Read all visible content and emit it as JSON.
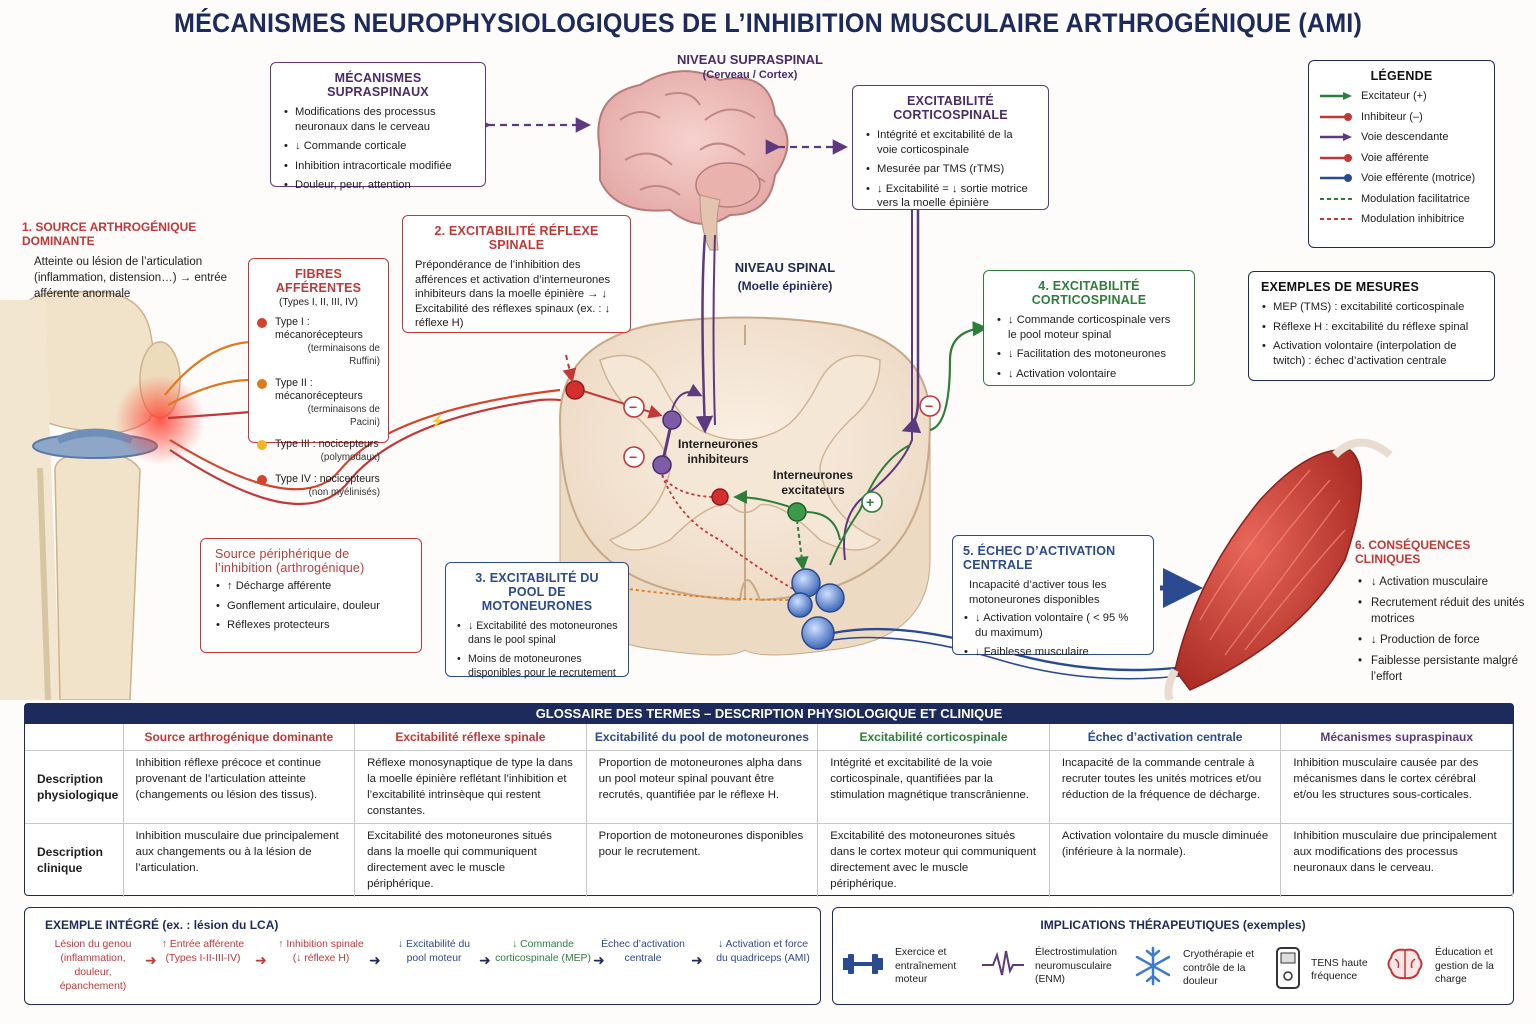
{
  "title": "MÉCANISMES NEUROPHYSIOLOGIQUES DE L’INHIBITION MUSCULAIRE ARTHROGÉNIQUE (AMI)",
  "colors": {
    "navy": "#1d2b5c",
    "red": "#c23838",
    "purple": "#5d3a7e",
    "green": "#2e7d3a",
    "blue": "#2b4a8f",
    "orange": "#e07a1f"
  },
  "supraspinal_level": {
    "title": "NIVEAU SUPRASPINAL",
    "subtitle": "(Cerveau / Cortex)"
  },
  "spinal_level": {
    "title": "NIVEAU SPINAL",
    "subtitle": "(Moelle épinière)"
  },
  "supraspinal": {
    "title": "MÉCANISMES SUPRASPINAUX",
    "items": [
      "Modifications des processus neuronaux dans le cerveau",
      "↓ Commande corticale",
      "Inhibition intracorticale modifiée",
      "Douleur, peur, attention"
    ]
  },
  "cortico_top": {
    "title": "EXCITABILITÉ CORTICOSPINALE",
    "items": [
      "Intégrité et excitabilité de la voie corticospinale",
      "Mesurée par TMS (rTMS)",
      "↓ Excitabilité = ↓ sortie motrice vers la moelle épinière"
    ]
  },
  "legend": {
    "title": "LÉGENDE",
    "items": [
      {
        "label": "Excitateur (+)",
        "color": "#2e7d3a",
        "kind": "arrow"
      },
      {
        "label": "Inhibiteur (–)",
        "color": "#c23838",
        "kind": "dot"
      },
      {
        "label": "Voie descendante",
        "color": "#5d3a7e",
        "kind": "arrow"
      },
      {
        "label": "Voie afférente",
        "color": "#c23838",
        "kind": "dot"
      },
      {
        "label": "Voie efférente (motrice)",
        "color": "#2b4a8f",
        "kind": "dot"
      },
      {
        "label": "Modulation facilitatrice",
        "color": "#2e7d3a",
        "kind": "dash"
      },
      {
        "label": "Modulation inhibitrice",
        "color": "#c23838",
        "kind": "dash"
      }
    ]
  },
  "source": {
    "title": "1. SOURCE ARTHROGÉNIQUE DOMINANTE",
    "text": "Atteinte ou lésion de l’articulation (inflammation, distension…) → entrée afférente anormale"
  },
  "fibres": {
    "title": "FIBRES AFFÉRENTES",
    "subtitle": "(Types I, II, III, IV)",
    "items": [
      {
        "label": "Type I :  mécanorécepteurs",
        "sub": "(terminaisons de Ruffini)",
        "color": "#d4442b"
      },
      {
        "label": "Type II :  mécanorécepteurs",
        "sub": "(terminaisons de Pacini)",
        "color": "#e07a1f"
      },
      {
        "label": "Type III : nocicepteurs",
        "sub": "(polymodaux)",
        "color": "#f0b52a"
      },
      {
        "label": "Type IV : nocicepteurs",
        "sub": "(non myélinisés)",
        "color": "#d4442b"
      }
    ]
  },
  "reflex": {
    "title": "2. EXCITABILITÉ RÉFLEXE SPINALE",
    "text": "Prépondérance de l’inhibition des afférences et activation d’interneurones inhibiteurs dans la moelle épinière → ↓ Excitabilité des réflexes spinaux (ex. : ↓ réflexe H)"
  },
  "cortico4": {
    "title": "4. EXCITABILITÉ CORTICOSPINALE",
    "items": [
      "↓ Commande corticospinale vers le pool moteur spinal",
      "↓ Facilitation des motoneurones",
      "↓ Activation volontaire"
    ]
  },
  "measures": {
    "title": "EXEMPLES DE MESURES",
    "items": [
      "MEP (TMS) : excitabilité corticospinale",
      "Réflexe H : excitabilité du réflexe spinal",
      "Activation volontaire (interpolation de twitch) : échec d’activation centrale"
    ]
  },
  "peripheral": {
    "title": "Source périphérique de l’inhibition (arthrogénique)",
    "items": [
      "↑ Décharge afférente",
      "Gonflement articulaire, douleur",
      "Réflexes protecteurs"
    ]
  },
  "pool": {
    "title": "3. EXCITABILITÉ DU POOL DE MOTONEURONES",
    "items": [
      "↓ Excitabilité des motoneurones dans le pool spinal",
      "Moins de motoneurones disponibles pour le recrutement"
    ]
  },
  "failure": {
    "title": "5. ÉCHEC D’ACTIVATION CENTRALE",
    "intro": "Incapacité d’activer tous les motoneurones disponibles",
    "items": [
      "↓ Activation volontaire ( < 95 % du maximum)",
      "↓ Faiblesse musculaire"
    ]
  },
  "consequences": {
    "title": "6. CONSÉQUENCES CLINIQUES",
    "items": [
      "↓ Activation musculaire",
      "Recrutement réduit des unités motrices",
      "↓ Production de force",
      "Faiblesse persistante malgré l’effort"
    ]
  },
  "cord_labels": {
    "inhib": "Interneurones inhibiteurs",
    "excit": "Interneurones excitateurs"
  },
  "glossary": {
    "title": "GLOSSAIRE DES TERMES – DESCRIPTION PHYSIOLOGIQUE ET CLINIQUE",
    "columns": [
      {
        "label": "Source arthrogénique dominante",
        "color": "#c23838"
      },
      {
        "label": "Excitabilité réflexe spinale",
        "color": "#c23838"
      },
      {
        "label": "Excitabilité du pool de motoneurones",
        "color": "#2b4a8f"
      },
      {
        "label": "Excitabilité corticospinale",
        "color": "#2e7d3a"
      },
      {
        "label": "Échec d’activation centrale",
        "color": "#2b4a8f"
      },
      {
        "label": "Mécanismes supraspinaux",
        "color": "#5d3a7e"
      }
    ],
    "rows": [
      {
        "label": "Description physiologique",
        "cells": [
          "Inhibition réflexe précoce et continue provenant de l’articulation atteinte (changements ou lésion des tissus).",
          "Réflexe monosynaptique de type la dans la moelle épinière reflétant l’inhibition et l’excitabilité intrinsèque qui restent constantes.",
          "Proportion de motoneurones alpha dans un pool moteur spinal pouvant être recrutés, quantifiée par le réflexe H.",
          "Intégrité et excitabilité de la voie corticospinale, quantifiées par la stimulation magnétique transcrânienne.",
          "Incapacité de la commande centrale à recruter toutes les unités motrices et/ou réduction de la fréquence de décharge.",
          "Inhibition musculaire causée par des mécanismes dans le cortex cérébral et/ou les structures sous-corticales."
        ]
      },
      {
        "label": "Description clinique",
        "cells": [
          "Inhibition musculaire due principalement aux changements ou à la lésion de l’articulation.",
          "Excitabilité des motoneurones situés dans la moelle qui communiquent directement avec le muscle périphérique.",
          "Proportion de motoneurones disponibles pour le recrutement.",
          "Excitabilité des motoneurones situés dans le cortex moteur qui communiquent directement avec le muscle périphérique.",
          "Activation volontaire du muscle diminuée (inférieure à la normale).",
          "Inhibition musculaire due principalement aux modifications des processus neuronaux dans le cerveau."
        ]
      }
    ]
  },
  "example": {
    "title": "EXEMPLE INTÉGRÉ (ex. : lésion du LCA)",
    "steps": [
      {
        "text": "Lésion du genou (inflammation, douleur, épanchement)",
        "color": "#c23838"
      },
      {
        "text": "↑ Entrée afférente (Types I-II-III-IV)",
        "color": "#c23838"
      },
      {
        "text": "↑ Inhibition spinale (↓ réflexe H)",
        "color": "#c23838"
      },
      {
        "text": "↓ Excitabilité du pool moteur",
        "color": "#2b4a8f"
      },
      {
        "text": "↓ Commande corticospinale (MEP)",
        "color": "#2e7d3a"
      },
      {
        "text": "Échec d’activation centrale",
        "color": "#2b4a8f"
      },
      {
        "text": "↓ Activation et force du quadriceps (AMI)",
        "color": "#2b4a8f"
      }
    ]
  },
  "implications": {
    "title": "IMPLICATIONS THÉRAPEUTIQUES (exemples)",
    "items": [
      {
        "text": "Exercice et entraînement moteur",
        "icon": "dumbbell-icon"
      },
      {
        "text": "Électrostimulation neuromusculaire (ENM)",
        "icon": "electrostim-icon"
      },
      {
        "text": "Cryothérapie et contrôle de la douleur",
        "icon": "snowflake-icon"
      },
      {
        "text": "TENS haute fréquence",
        "icon": "tens-device-icon"
      },
      {
        "text": "Éducation et gestion de la charge",
        "icon": "brain-icon"
      }
    ]
  }
}
